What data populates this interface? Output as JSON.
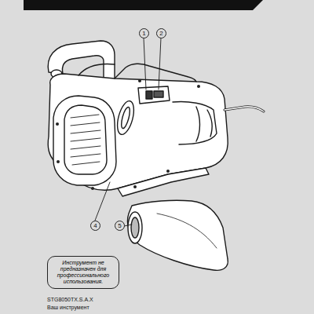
{
  "diagram": {
    "nodes": [
      {
        "text": [
          "Инструмент не предназначен для профессионального использования."
        ]
      }
    ],
    "edges": [],
    "labels": [
      "1",
      "2",
      "4",
      "5",
      "STG8050TX.S.A.X",
      "Ваш инструмент"
    ]
  }
}
